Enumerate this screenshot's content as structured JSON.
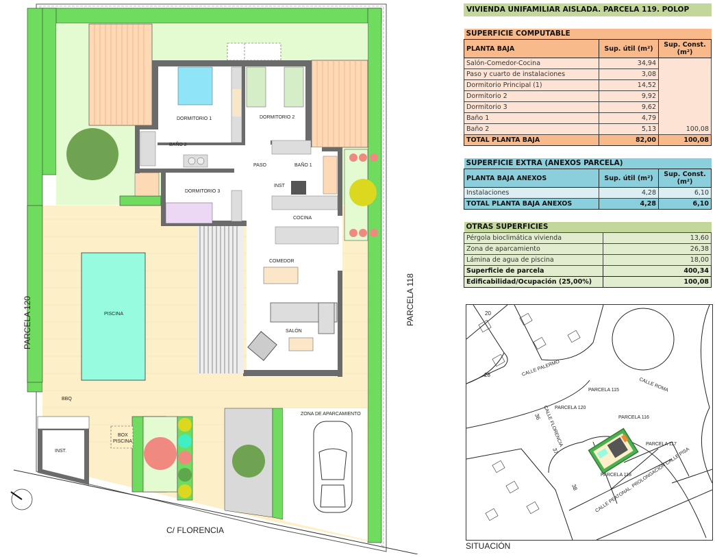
{
  "plan": {
    "rooms": {
      "dormitorio1": "DORMITORIO 1",
      "dormitorio2": "DORMITORIO 2",
      "dormitorio3": "DORMITORIO 3",
      "bano2": "BAÑO 2",
      "bano1": "BAÑO 1",
      "paso": "PASO",
      "inst_small": "INST",
      "cocina": "COCINA",
      "comedor": "COMEDOR",
      "salon": "SALÓN",
      "piscina": "PISCINA",
      "bbq": "BBQ",
      "inst": "INST.",
      "box_piscina_1": "BOX",
      "box_piscina_2": "PISCINA",
      "zona_aparcamiento": "ZONA DE APARCAMIENTO"
    },
    "boundaries": {
      "left": "PARCELA 120",
      "right": "PARCELA 118",
      "bottom": "C/ FLORENCIA"
    }
  },
  "tables": {
    "title": "VIVIENDA UNIFAMILIAR AISLADA. PARCELA 119. POLOP",
    "computable": {
      "section": "SUPERFICIE COMPUTABLE",
      "headers": [
        "PLANTA BAJA",
        "Sup. útil (m²)",
        "Sup. Const. (m²)"
      ],
      "rows": [
        {
          "name": "Salón-Comedor-Cocina",
          "util": "34,94"
        },
        {
          "name": "Paso y cuarto de instalaciones",
          "util": "3,08"
        },
        {
          "name": "Dormitorio Principal (1)",
          "util": "14,52"
        },
        {
          "name": "Dormitorio 2",
          "util": "9,92"
        },
        {
          "name": "Dormitorio 3",
          "util": "9,62"
        },
        {
          "name": "Baño 1",
          "util": "4,79"
        },
        {
          "name": "Baño 2",
          "util": "5,13",
          "const": "100,08"
        }
      ],
      "total": {
        "name": "TOTAL PLANTA BAJA",
        "util": "82,00",
        "const": "100,08"
      }
    },
    "extra": {
      "section": "SUPERFICIE EXTRA (ANEXOS PARCELA)",
      "headers": [
        "PLANTA BAJA ANEXOS",
        "Sup. útil (m²)",
        "Sup. Const. (m²)"
      ],
      "rows": [
        {
          "name": "Instalaciones",
          "util": "4,28",
          "const": "6,10"
        }
      ],
      "total": {
        "name": "TOTAL PLANTA BAJA ANEXOS",
        "util": "4,28",
        "const": "6,10"
      }
    },
    "otras": {
      "section": "OTRAS SUPERFICIES",
      "rows": [
        {
          "name": "Pérgola bioclimática vivienda",
          "value": "13,60"
        },
        {
          "name": "Zona de aparcamiento",
          "value": "26,38"
        },
        {
          "name": "Lámina de agua de piscina",
          "value": "18,00"
        }
      ],
      "parcela": {
        "name": "Superficie de parcela",
        "value": "400,34"
      },
      "edificabilidad": {
        "name": "Edificabilidad/Ocupación (25,00%)",
        "value": "100,08"
      }
    }
  },
  "map": {
    "caption": "SITUACIÓN",
    "streets": [
      "CALLE PALERMO",
      "CALLE ROMA",
      "CALLE FLORENCIA",
      "CALLE PEATONAL. PROLONGACIÓN CALLE PISA"
    ],
    "parcels": [
      "PARCELA 115",
      "PARCELA 116",
      "PARCELA 117",
      "PARCELA 118",
      "PARCELA 120"
    ],
    "numbers": [
      "20",
      "28",
      "36",
      "37",
      "38"
    ]
  },
  "colors": {
    "hedge": "#6fdc5f",
    "lawn": "#e4fbd2",
    "deck": "#fdd9b5",
    "paving": "#fdf0c8",
    "pool": "#97fbe0",
    "wall": "#6b6b6b",
    "tree_dark": "#6fa352"
  }
}
